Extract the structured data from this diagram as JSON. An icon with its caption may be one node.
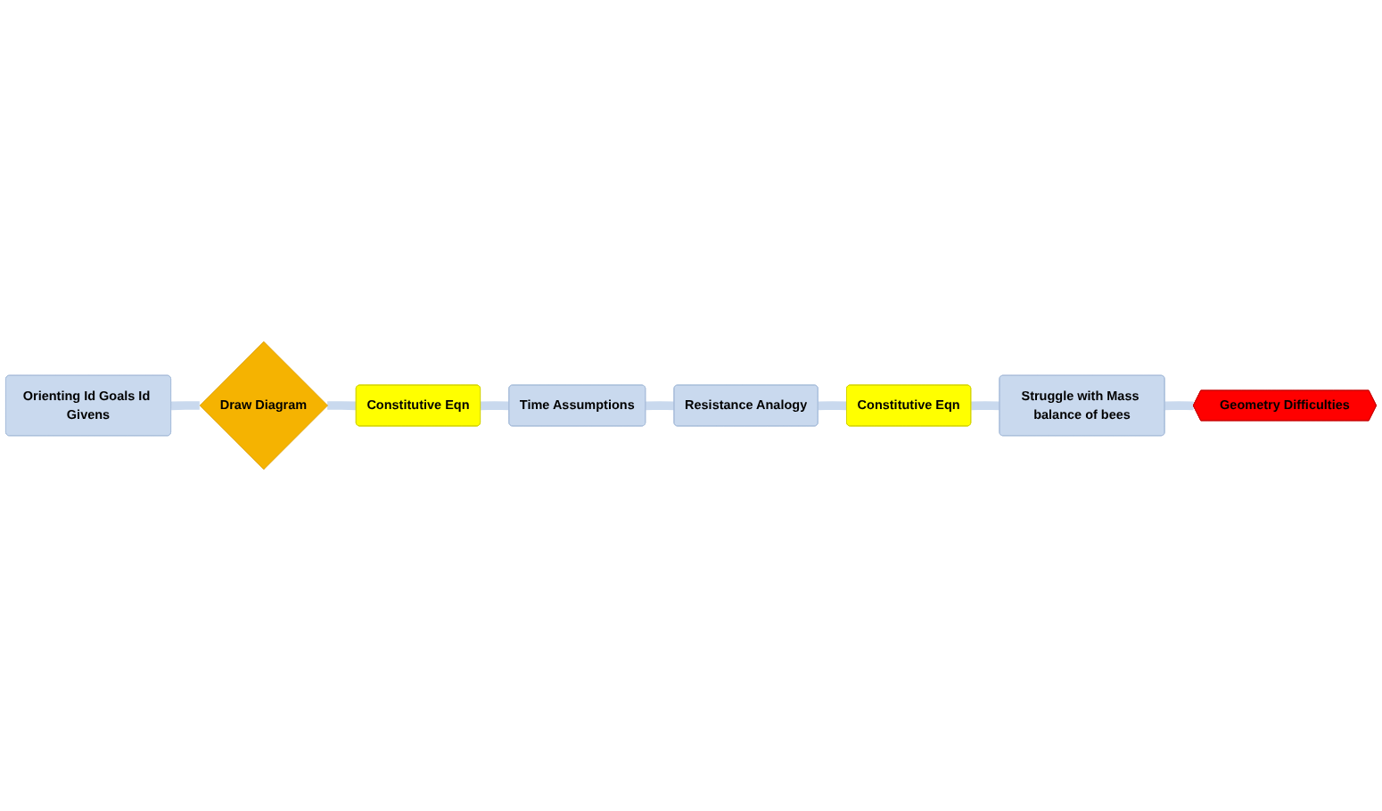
{
  "diagram": {
    "nodes": [
      {
        "text": [
          "Orienting Id Goals Id Givens"
        ]
      },
      {
        "text": [
          "Draw Diagram"
        ]
      },
      {
        "text": [
          "Constitutive Eqn"
        ]
      },
      {
        "text": [
          "Time Assumptions"
        ]
      },
      {
        "text": [
          "Resistance Analogy"
        ]
      },
      {
        "text": [
          "Constitutive Eqn"
        ]
      },
      {
        "text": [
          "Struggle with Mass balance of bees"
        ]
      },
      {
        "text": [
          "Geometry Difficulties"
        ]
      }
    ],
    "edges": [
      {
        "from": 0,
        "to": 1,
        "arrow": "none"
      },
      {
        "from": 1,
        "to": 2,
        "arrow": "none"
      },
      {
        "from": 2,
        "to": 3,
        "arrow": "none"
      },
      {
        "from": 3,
        "to": 4,
        "arrow": "none"
      },
      {
        "from": 4,
        "to": 5,
        "arrow": "none"
      },
      {
        "from": 5,
        "to": 6,
        "arrow": "none"
      },
      {
        "from": 6,
        "to": 7,
        "arrow": "none"
      }
    ]
  }
}
